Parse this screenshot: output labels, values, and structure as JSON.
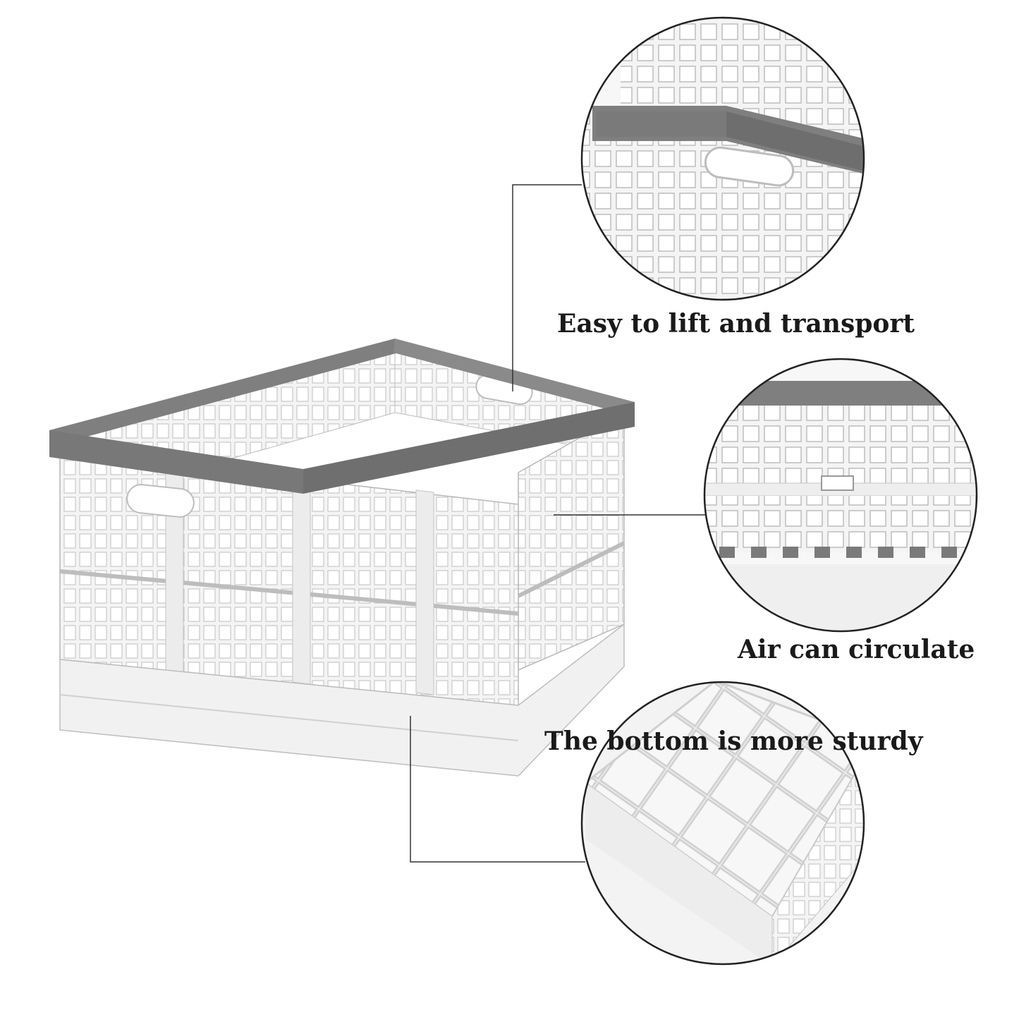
{
  "callouts": [
    {
      "caption": "Easy to lift and transport",
      "detail": "handle"
    },
    {
      "caption": "Air can circulate",
      "detail": "ventilation"
    },
    {
      "caption": "The bottom is more sturdy",
      "detail": "bottom"
    }
  ],
  "colors": {
    "frame_gray": "#7d7d7d",
    "basket_white": "#f4f4f4",
    "basket_shade": "#e4e4e4",
    "outline": "#b8b8b8",
    "leader_line": "#333333",
    "circle_border": "#222222"
  }
}
